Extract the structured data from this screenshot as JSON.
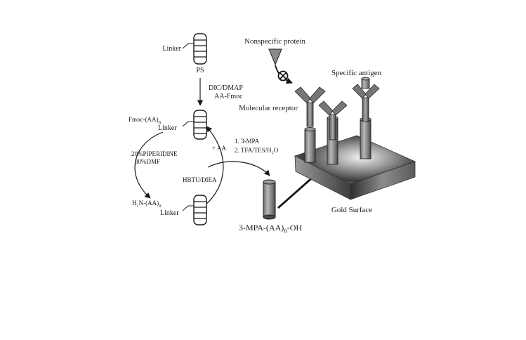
{
  "synthesis": {
    "resin_label": "PS",
    "linker_label": "Linker",
    "step1_line1": "DIC/DMAP",
    "step1_line2": "AA-Fmoc",
    "fmoc_label": "Fmoc-(AA)",
    "fmoc_sub": "n",
    "deprotect_line1": "20%PIPERIDINE",
    "deprotect_line2": "80%DMF",
    "add_aa": "+ AA",
    "coupling": "HBTU/DIEA",
    "amine_label": "H₂N-(AA)",
    "amine_sub": "n",
    "cleave_line1": "1. 3-MPA",
    "cleave_line2": "2. TFA/TES/H₂O"
  },
  "product": {
    "label": "3-MPA-(AA)",
    "sub": "n",
    "suffix": "-OH"
  },
  "surface": {
    "nonspecific_protein": "Nonspecific protein",
    "specific_antigen": "Specific antigen",
    "molecular_receptor": "Molecular receptor",
    "gold_surface": "Gold Surface"
  }
}
